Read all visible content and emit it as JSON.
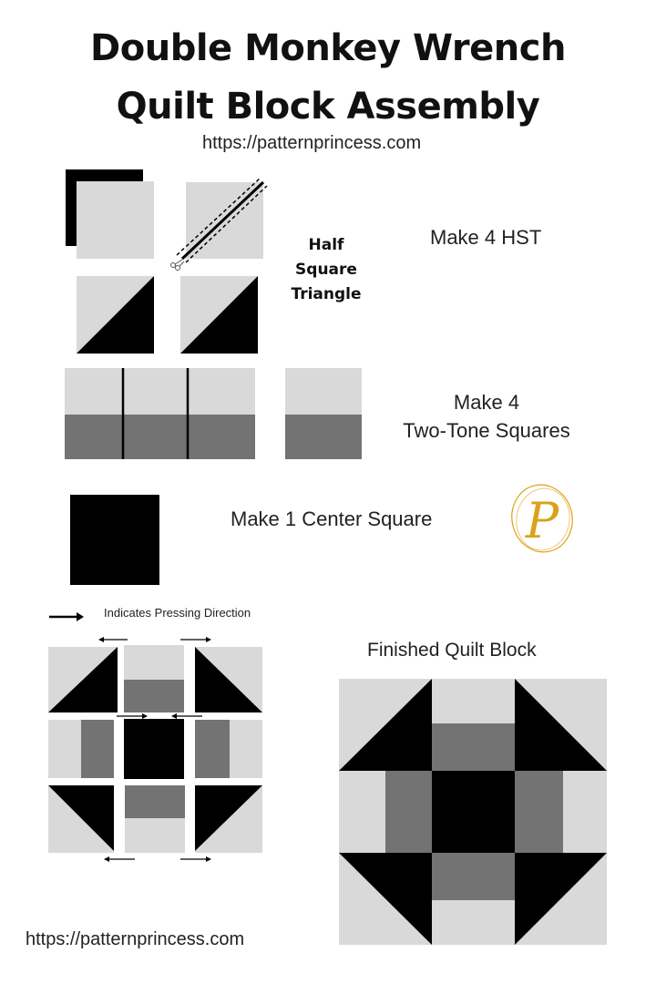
{
  "header": {
    "title_line1": "Double Monkey Wrench",
    "title_line2": "Quilt Block Assembly",
    "url": "https://patternprincess.com"
  },
  "steps": {
    "hst_name": [
      "Half",
      "Square",
      "Triangle"
    ],
    "hst_instruction": "Make 4 HST",
    "two_tone_line1": "Make 4",
    "two_tone_line2": "Two-Tone Squares",
    "center_instruction": "Make 1 Center Square"
  },
  "logo": {
    "letter": "P"
  },
  "assembly": {
    "pressing_legend": "Indicates Pressing Direction",
    "finished_label": "Finished Quilt Block"
  },
  "footer": {
    "url": "https://patternprincess.com"
  },
  "colors": {
    "light": "#d9d9d9",
    "medium": "#737373",
    "dark": "#000000",
    "logo_gold": "#d9a21b"
  }
}
